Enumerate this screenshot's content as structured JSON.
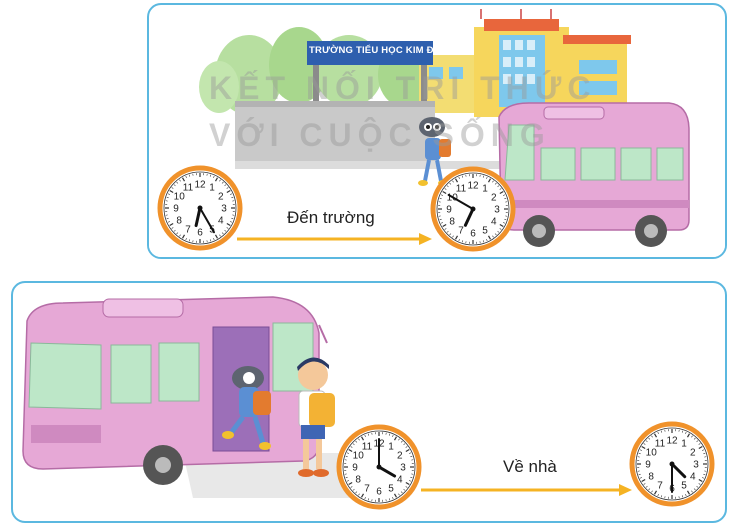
{
  "scene_top": {
    "school_sign": "TRƯỜNG TIỂU HỌC KIM ĐỒNG",
    "watermark_line1": "KẾT NỐI TRI THỨC",
    "watermark_line2": "VỚI CUỘC SỐNG",
    "arrow_label": "Đến trường",
    "clock_start": {
      "hour": 6,
      "minute": 25
    },
    "clock_end": {
      "hour": 6,
      "minute": 50
    }
  },
  "scene_bottom": {
    "arrow_label": "Về nhà",
    "clock_start": {
      "hour": 4,
      "minute": 0
    },
    "clock_end": {
      "hour": 4,
      "minute": 30
    }
  },
  "colors": {
    "panel_border": "#5bb8e0",
    "clock_rim": "#f0922b",
    "arrow": "#f5b323",
    "bus_body": "#e6a8d6",
    "bus_window": "#bde7c8"
  }
}
